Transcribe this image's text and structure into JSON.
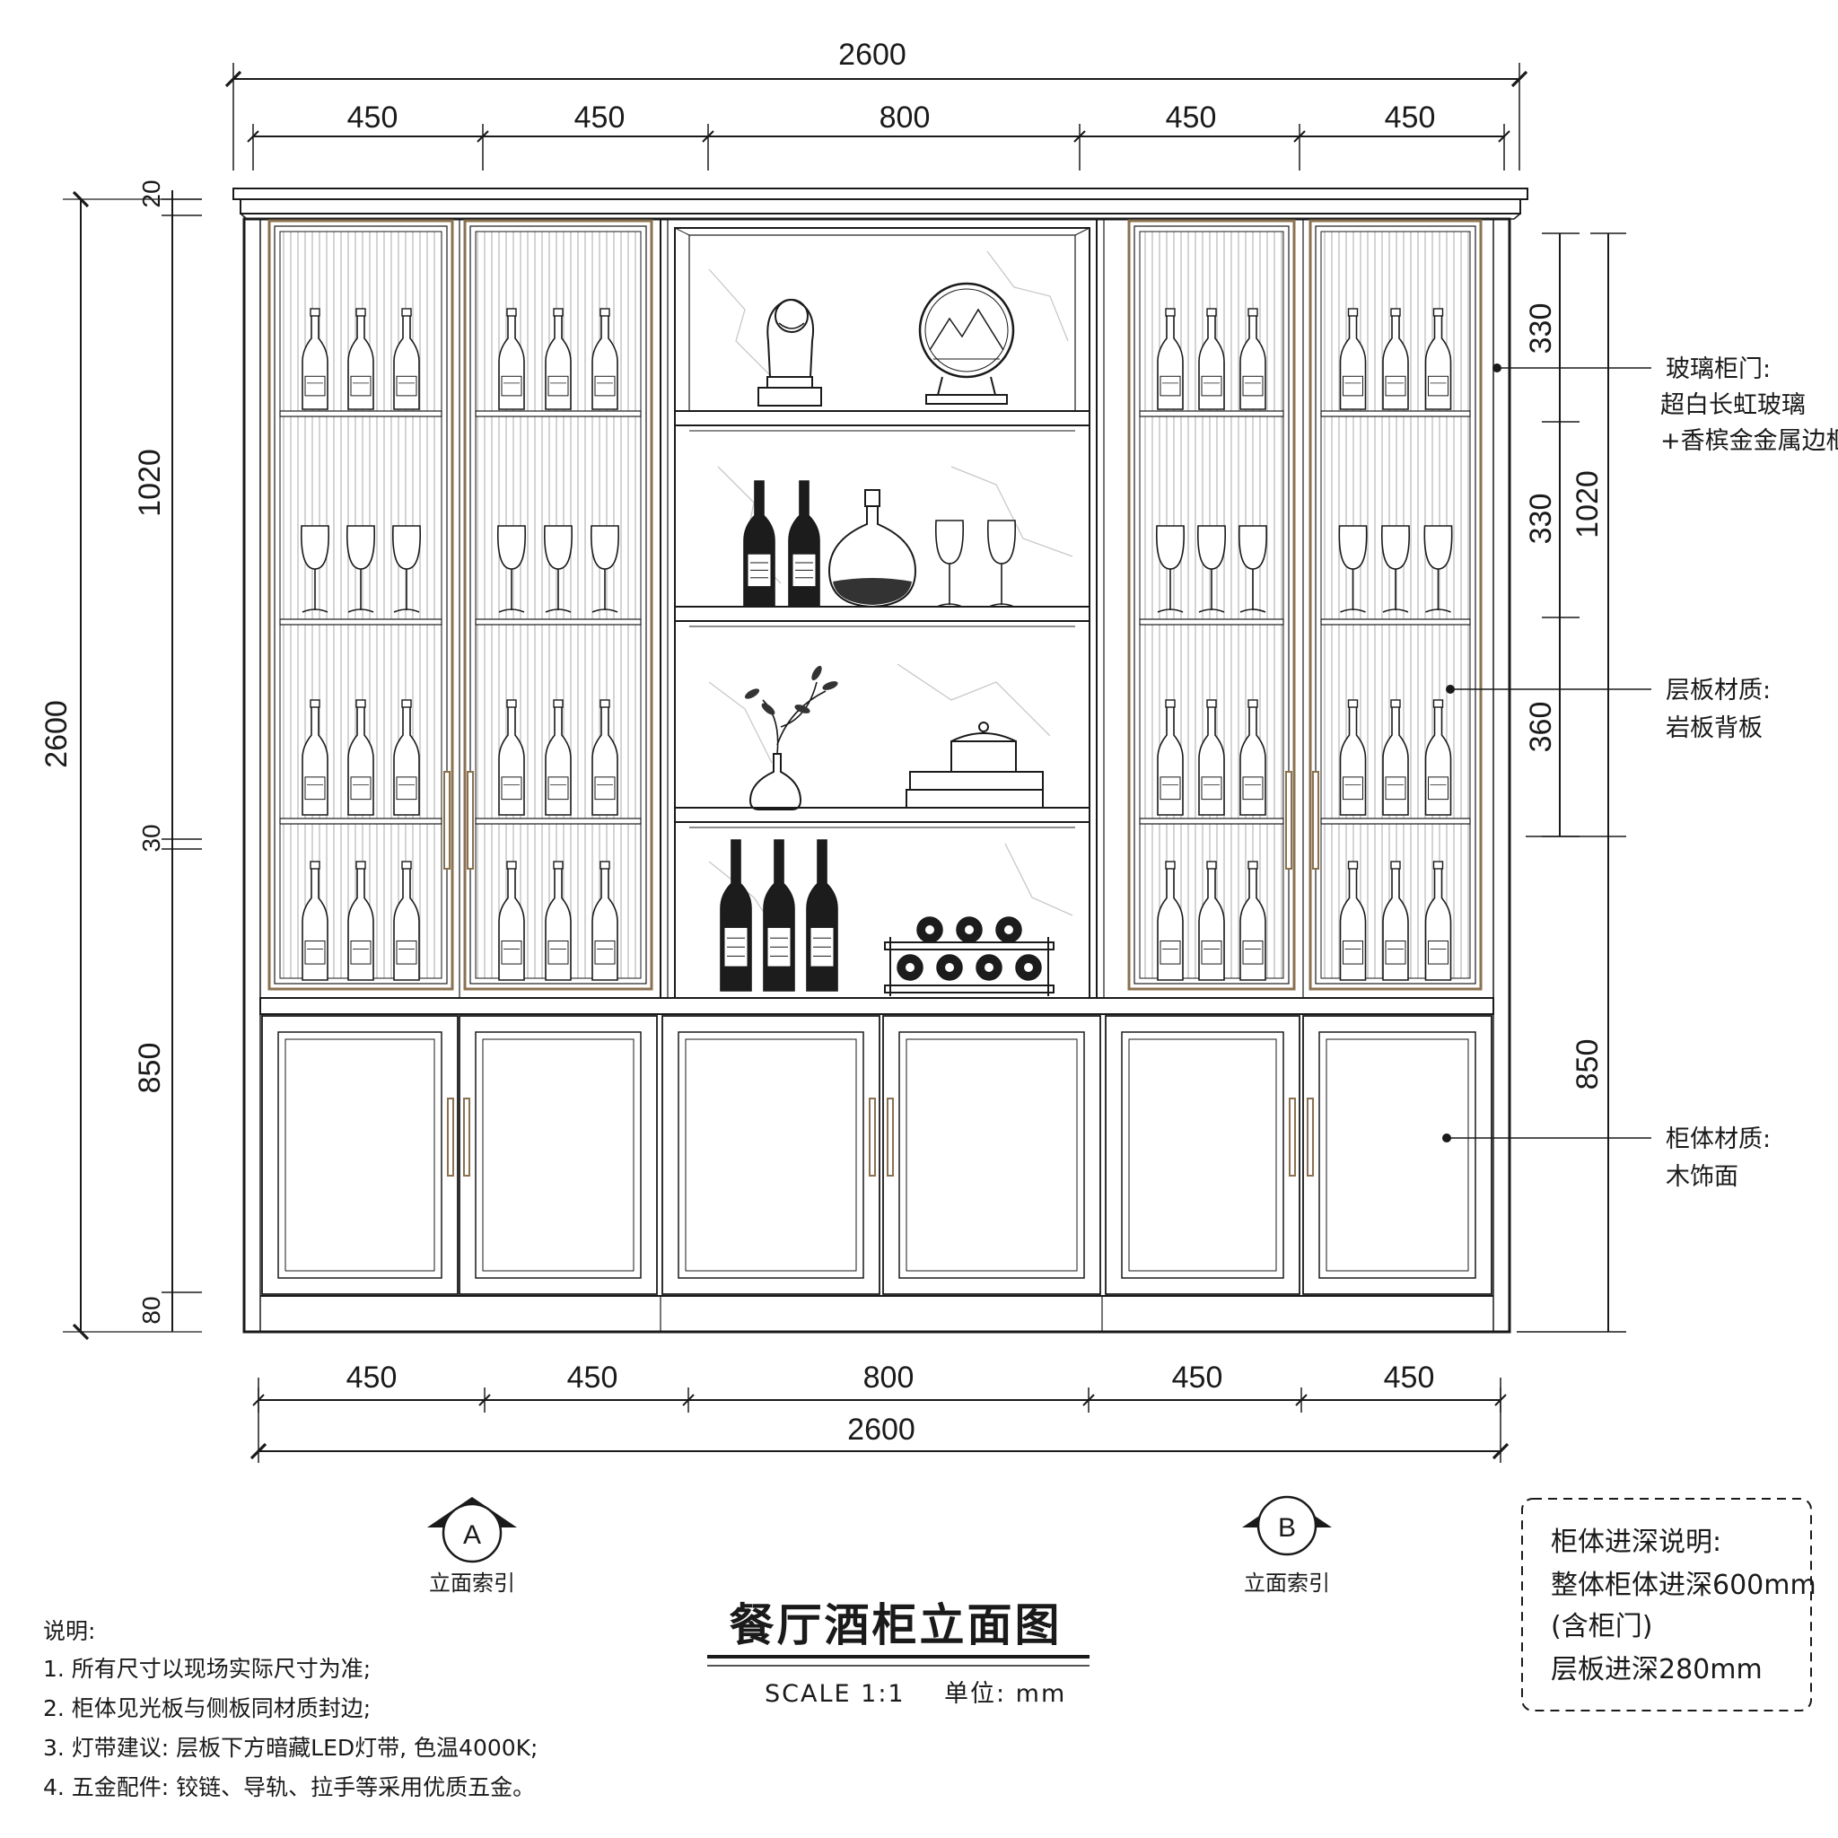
{
  "dimensions": {
    "top_total": "2600",
    "top_segments": [
      "450",
      "450",
      "800",
      "450",
      "450"
    ],
    "bottom_total": "2600",
    "bottom_segments": [
      "450",
      "450",
      "800",
      "450",
      "450"
    ],
    "left_total": "2600",
    "left_segments": [
      "20",
      "1020",
      "30",
      "850",
      "80"
    ],
    "right_shelves": [
      "330",
      "330",
      "360"
    ],
    "right_upper": "1020",
    "right_lower": "850"
  },
  "callouts": [
    {
      "title": "玻璃柜门:",
      "lines": [
        "超白长虹玻璃",
        "+香槟金金属边框"
      ]
    },
    {
      "title": "层板材质:",
      "lines": [
        "岩板背板"
      ]
    },
    {
      "title": "柜体材质:",
      "lines": [
        "木饰面"
      ]
    }
  ],
  "index_markers": [
    {
      "letter": "A",
      "label": "立面索引"
    },
    {
      "letter": "B",
      "label": "立面索引"
    }
  ],
  "title": "餐厅酒柜立面图",
  "scale": "SCALE  1:1",
  "unit": "单位: mm",
  "notes": {
    "heading": "说明:",
    "items": [
      "1. 所有尺寸以现场实际尺寸为准;",
      "2. 柜体见光板与侧板同材质封边;",
      "3. 灯带建议: 层板下方暗藏LED灯带, 色温4000K;",
      "4. 五金配件: 铰链、导轨、拉手等采用优质五金。"
    ]
  },
  "depth_box": {
    "title": "柜体进深说明:",
    "lines": [
      "整体柜体进深600mm",
      "(含柜门)",
      "层板进深280mm"
    ]
  },
  "colors": {
    "line": "#1a1a1a",
    "gold": "#8a7150"
  }
}
